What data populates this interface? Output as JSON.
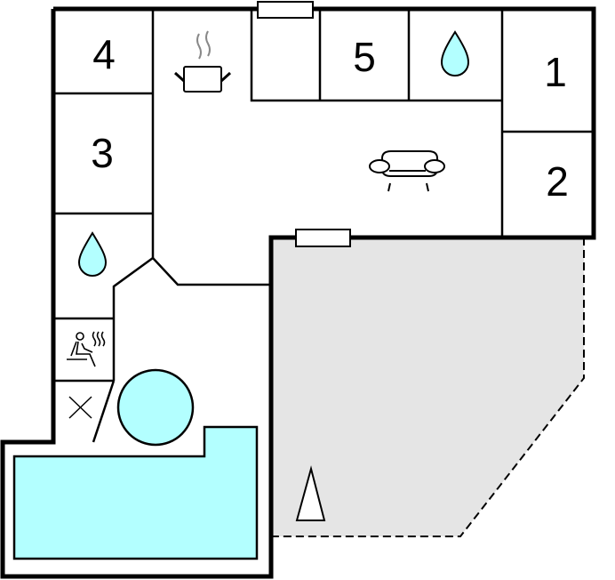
{
  "rooms": {
    "room1": "1",
    "room2": "2",
    "room3": "3",
    "room4": "4",
    "room5": "5"
  },
  "colors": {
    "water": "#b3ffff",
    "terrace": "#e5e5e5",
    "wall": "#000000",
    "steam": "#888888"
  },
  "icons": [
    "water-drop-icon",
    "cooking-pot-icon",
    "armchair-icon",
    "sauna-icon",
    "cross-icon",
    "north-arrow-icon"
  ]
}
